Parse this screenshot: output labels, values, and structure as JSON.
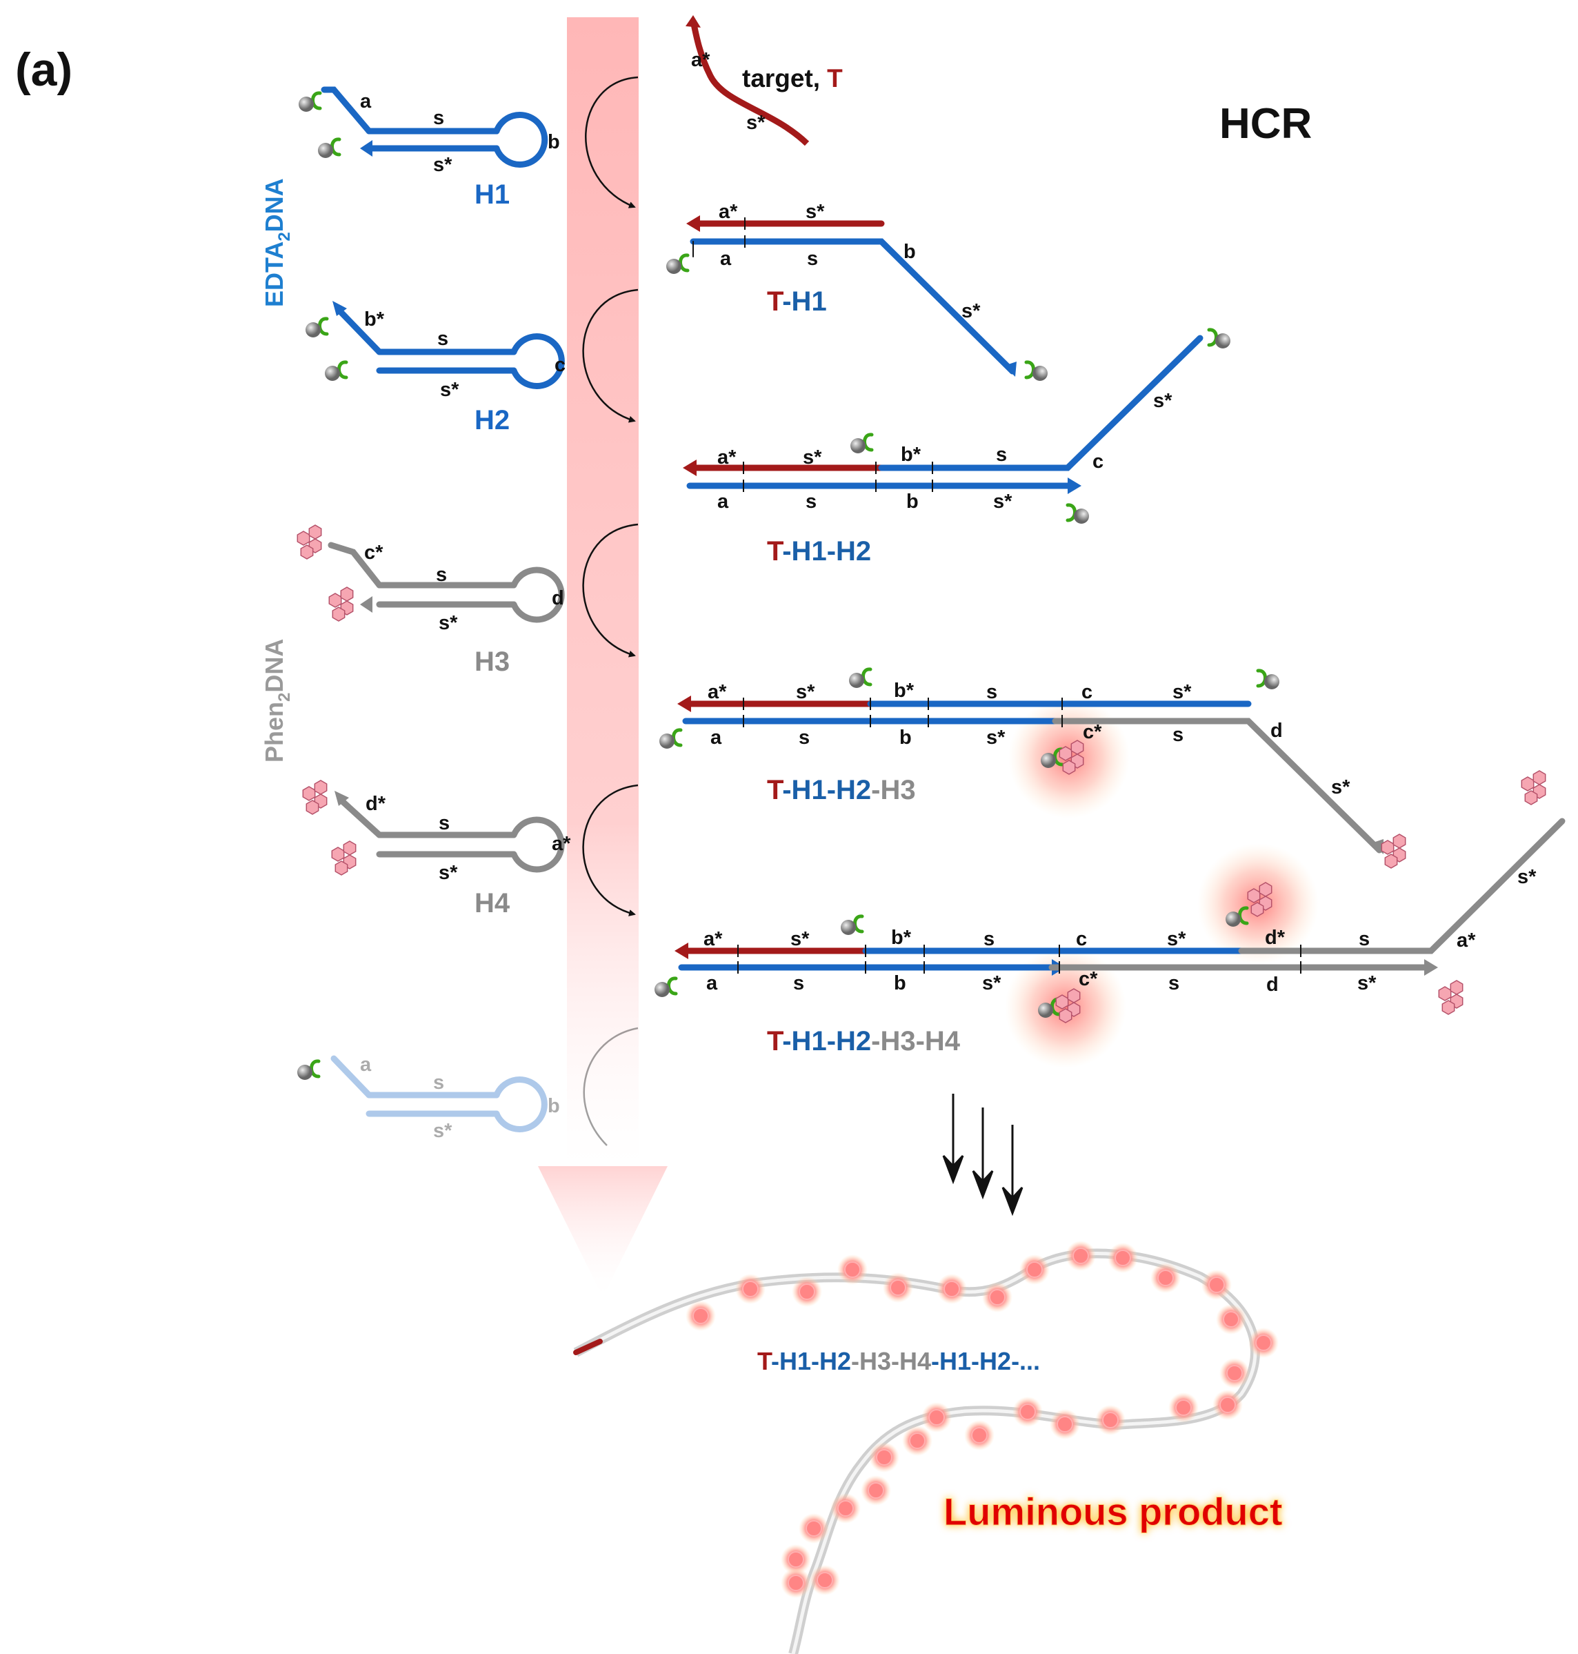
{
  "panel_label": "(a)",
  "title": "HCR",
  "target_label": "target,",
  "target_letter": "T",
  "side_labels": {
    "edta": "EDTA",
    "edta_sub": "2",
    "edta_suffix": "DNA",
    "phen": "Phen",
    "phen_sub": "2",
    "phen_suffix": "DNA"
  },
  "hairpins": {
    "h1": "H1",
    "h2": "H2",
    "h3": "H3",
    "h4": "H4"
  },
  "complexes": {
    "t_h1": {
      "t": "T",
      "rest": "-H1"
    },
    "t_h1_h2": {
      "t": "T",
      "rest": "-H1-H2"
    },
    "t_h1_h2_h3": {
      "t": "T",
      "blue": "-H1-H2",
      "gray": "-H3"
    },
    "t_h1_h2_h3_h4": {
      "t": "T",
      "blue": "-H1-H2",
      "gray": "-H3-H4"
    }
  },
  "product_label": {
    "t": "T",
    "blue1": "-H1-H2",
    "gray": "-H3-H4",
    "blue2": "-H1-H2",
    "tail": "-..."
  },
  "luminous_label": "Luminous product",
  "segments": {
    "a": "a",
    "a_star": "a*",
    "s": "s",
    "s_star": "s*",
    "b": "b",
    "b_star": "b*",
    "c": "c",
    "c_star": "c*",
    "d": "d",
    "d_star": "d*"
  },
  "colors": {
    "blue": "#1a67c4",
    "red": "#a31a1a",
    "gray": "#8a8a8a",
    "green": "#3aa517",
    "glow": "#ff7c7c",
    "luminous": "#e00000",
    "title_blue": "#1e7fd0",
    "label_blue": "#1a5fa8"
  }
}
